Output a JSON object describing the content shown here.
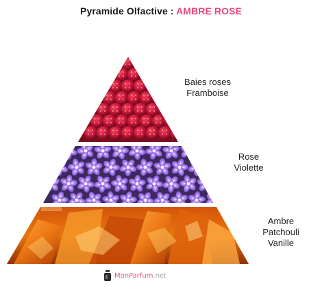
{
  "header": {
    "prefix": "Pyramide Olfactive : ",
    "perfume_name": "AMBRE ROSE"
  },
  "tiers": [
    {
      "notes": [
        "Baies roses",
        "Framboise"
      ],
      "image": "raspberries"
    },
    {
      "notes": [
        "Rose",
        "Violette"
      ],
      "image": "purple-flowers"
    },
    {
      "notes": [
        "Ambre",
        "Patchouli",
        "Vanille"
      ],
      "image": "amber-resin"
    }
  ],
  "logo": {
    "brand": "MonParfum",
    "tld": ".net"
  },
  "colors": {
    "accent": "#e8497c",
    "logo": "#e05a84"
  }
}
